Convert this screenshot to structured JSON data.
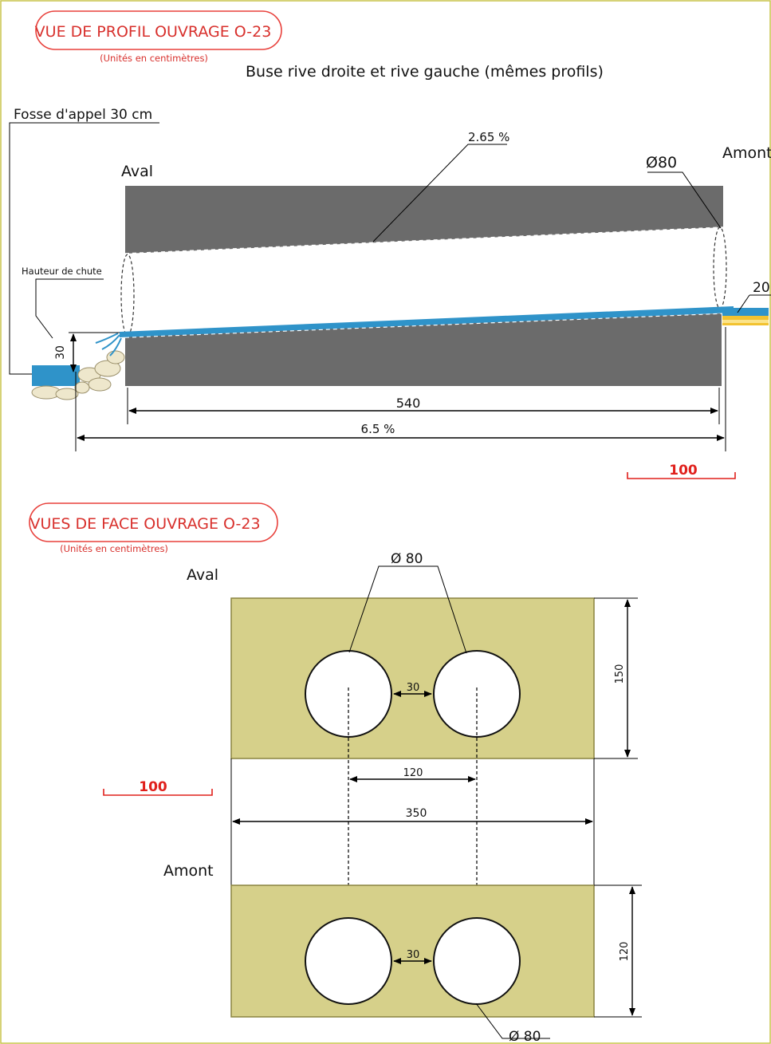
{
  "profile": {
    "title": "VUE DE PROFIL OUVRAGE O-23",
    "units": "(Unités en centimètres)",
    "subtitle": "Buse rive droite et rive gauche (mêmes profils)",
    "fosse_label": "Fosse d'appel 30 cm",
    "aval": "Aval",
    "amont": "Amont",
    "slope_label": "2.65 %",
    "diameter_label": "Ø80",
    "hauteur_label": "Hauteur de chute",
    "drop_value": "30",
    "amont_depth": "20",
    "length_label": "540",
    "total_label": "6.5 %",
    "scale_label": "100"
  },
  "front": {
    "title": "VUES DE FACE OUVRAGE O-23",
    "units": "(Unités en centimètres)",
    "aval": "Aval",
    "amont": "Amont",
    "diameter_top": "Ø 80",
    "gap_top": "30",
    "height_top": "150",
    "center_spacing": "120",
    "width_label": "350",
    "gap_bottom": "30",
    "height_bottom": "120",
    "diameter_bottom": "Ø 80",
    "scale_label": "100"
  },
  "colors": {
    "title_red": "#e8413c",
    "culvert_grey": "#6b6b6b",
    "water_blue": "#2f93c9",
    "headwall_khaki": "#d6d08a"
  }
}
